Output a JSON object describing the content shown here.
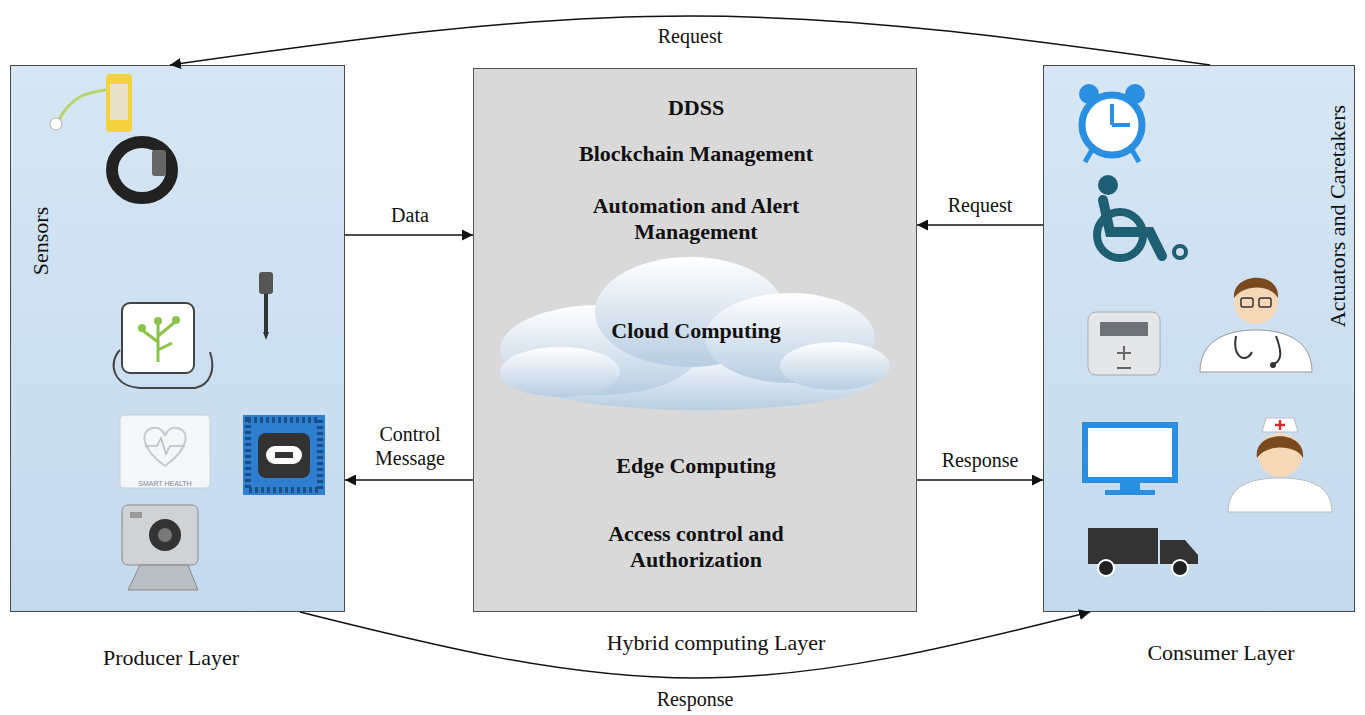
{
  "diagram": {
    "nodes": [
      {
        "text": [
          "Sensors",
          "Producer Layer"
        ]
      },
      {
        "text": [
          "DDSS",
          "Blockchain Management",
          "Automation and Alert Management",
          "Cloud Computing",
          "Edge Computing",
          "Access control and Authorization",
          "Hybrid computing Layer"
        ]
      },
      {
        "text": [
          "Actuators and Caretakers",
          "Consumer Layer"
        ]
      }
    ],
    "edges": [
      {
        "from": 2,
        "to": 0,
        "label": "Request",
        "arrow": "to"
      },
      {
        "from": 0,
        "to": 1,
        "label": "Data",
        "arrow": "to"
      },
      {
        "from": 2,
        "to": 1,
        "label": "Request",
        "arrow": "to"
      },
      {
        "from": 1,
        "to": 0,
        "label": "Control Message",
        "arrow": "to"
      },
      {
        "from": 1,
        "to": 2,
        "label": "Response",
        "arrow": "to"
      },
      {
        "from": 0,
        "to": 2,
        "label": "Response",
        "arrow": "to"
      }
    ],
    "labels": [
      "SMART HEALTH"
    ]
  }
}
